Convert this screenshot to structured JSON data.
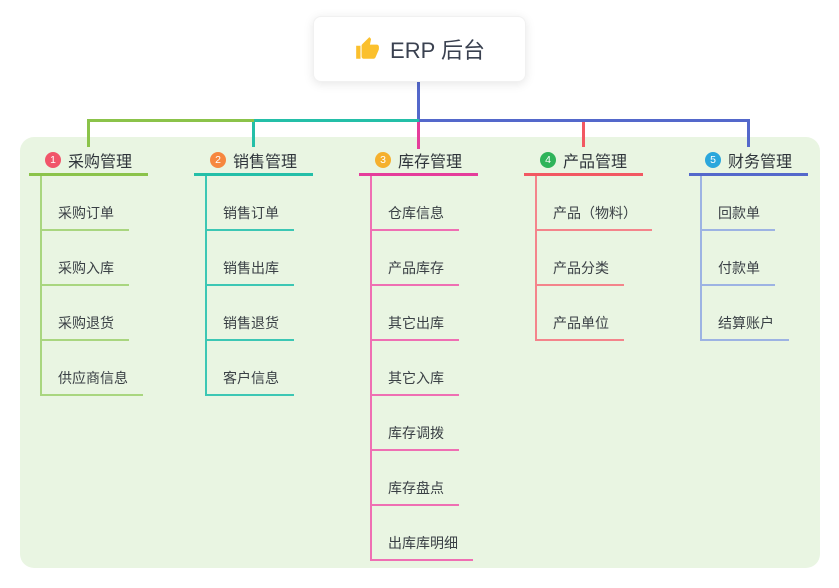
{
  "root": {
    "label": "ERP 后台",
    "icon": "thumbs-up-icon"
  },
  "connector": {
    "root_color": "#5468cb",
    "segment_left_color": "#8bc34a",
    "segment_midleft_color": "#24bfa8",
    "segment_right_color": "#5468cb"
  },
  "branches": [
    {
      "index": "1",
      "label": "采购管理",
      "badge_color": "#f1556a",
      "connector_color": "#8bc34a",
      "child_line_color": "#a9d67f",
      "children": [
        "采购订单",
        "采购入库",
        "采购退货",
        "供应商信息"
      ]
    },
    {
      "index": "2",
      "label": "销售管理",
      "badge_color": "#f6873f",
      "connector_color": "#24bfa8",
      "child_line_color": "#3cc7b4",
      "children": [
        "销售订单",
        "销售出库",
        "销售退货",
        "客户信息"
      ]
    },
    {
      "index": "3",
      "label": "库存管理",
      "badge_color": "#f5b02e",
      "connector_color": "#e53d9b",
      "child_line_color": "#ef6fb3",
      "children": [
        "仓库信息",
        "产品库存",
        "其它出库",
        "其它入库",
        "库存调拨",
        "库存盘点",
        "出库库明细"
      ]
    },
    {
      "index": "4",
      "label": "产品管理",
      "badge_color": "#2fb45a",
      "connector_color": "#f25862",
      "child_line_color": "#f4848b",
      "children": [
        "产品（物料）",
        "产品分类",
        "产品单位"
      ]
    },
    {
      "index": "5",
      "label": "财务管理",
      "badge_color": "#2ba7dc",
      "connector_color": "#5468cb",
      "child_line_color": "#9db3e3",
      "children": [
        "回款单",
        "付款单",
        "结算账户"
      ]
    }
  ],
  "colors": {
    "page_bg": "#ffffff",
    "panel_bg": "#e9f5e2",
    "card_bg": "#ffffff",
    "root_text": "#3a4150",
    "header_text": "#2f353b",
    "child_text": "#3a4045",
    "thumb": "#fbc02d"
  }
}
